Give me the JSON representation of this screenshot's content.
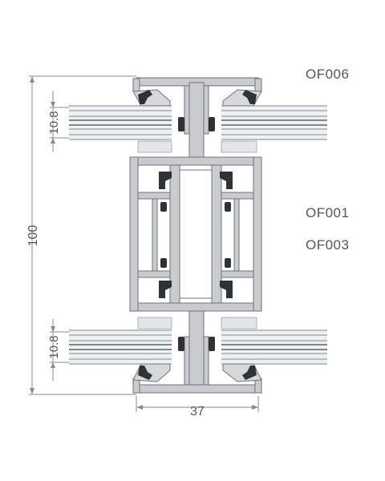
{
  "labels": {
    "top_code": "OF006",
    "mid_code_1": "OF001",
    "mid_code_2": "OF003"
  },
  "dimensions": {
    "overall_height": "100",
    "glass_top": "10.8",
    "glass_bottom": "10.8",
    "width": "37"
  },
  "colors": {
    "profile_fill": "#c9cbcc",
    "profile_stroke": "#6f7378",
    "glass_fill": "#eef1f2",
    "glass_line": "#7f868c",
    "gasket": "#2f3336",
    "dim_line": "#8a8a8a",
    "text": "#555555"
  }
}
